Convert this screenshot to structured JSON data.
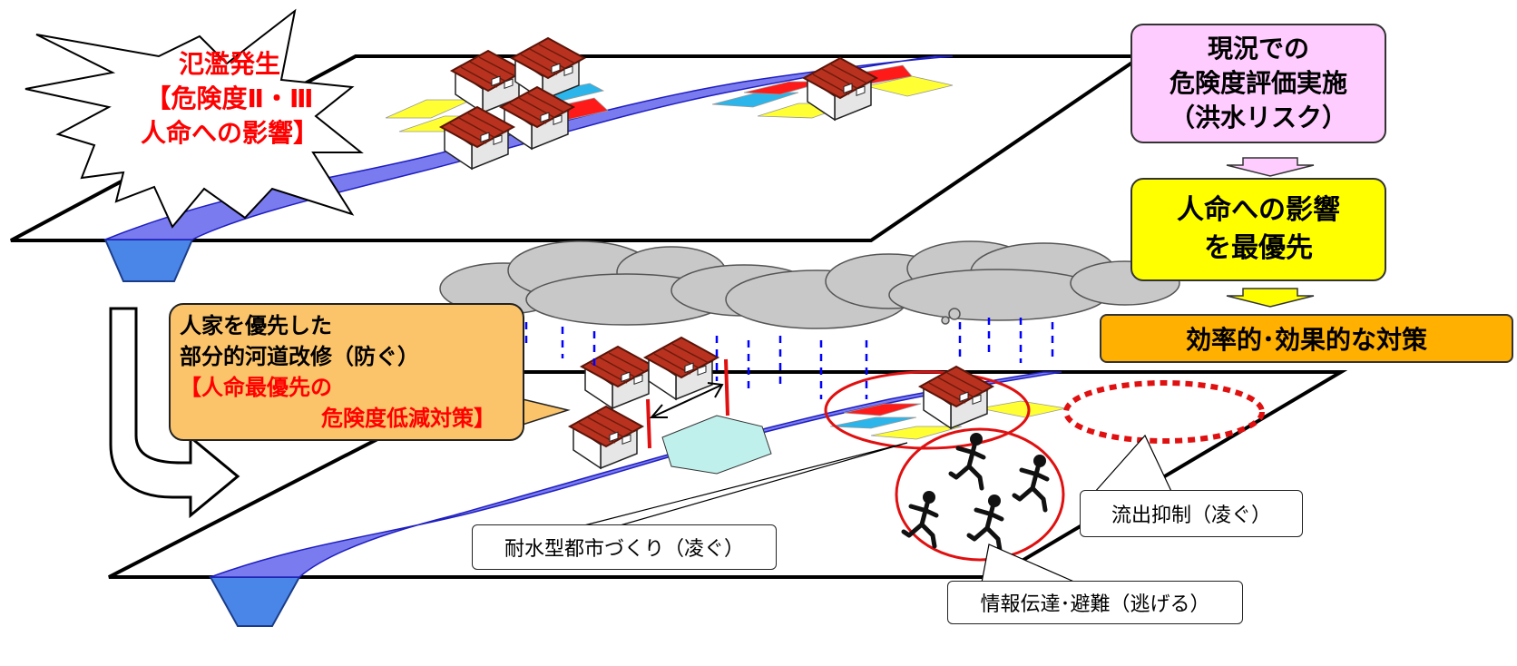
{
  "burst": {
    "line1": "氾濫発生",
    "line2": "【危険度Ⅱ・Ⅲ",
    "line3": "人命への影響】"
  },
  "flow": {
    "step1": {
      "line1": "現況での",
      "line2": "危険度評価実施",
      "line3": "（洪水リスク）"
    },
    "step2": {
      "line1": "人命への影響",
      "line2": "を最優先"
    },
    "step3": {
      "label": "効率的･効果的な対策"
    }
  },
  "callout_river": {
    "line1": "人家を優先した",
    "line2": "部分的河道改修（防ぐ）",
    "line3": "【人命最優先の",
    "line4": "危険度低減対策】"
  },
  "callouts": {
    "urban": "耐水型都市づくり（凌ぐ）",
    "runoff": "流出抑制（凌ぐ）",
    "evac": "情報伝達･避難（逃げる）"
  },
  "colors": {
    "river": "#7b7bf0",
    "channel": "#4a86e8",
    "red_text": "#ff0000",
    "pink_box": "#ffccff",
    "yellow_box": "#ffff00",
    "orange_box": "#ffb000",
    "callout_fill": "#fbc46a",
    "cloud": "#c8c8c8",
    "rain": "#0000ff",
    "house_roof": "#b8321f"
  },
  "icons": [
    "house-icon",
    "cloud-icon",
    "running-person-icon",
    "rain-drops"
  ]
}
